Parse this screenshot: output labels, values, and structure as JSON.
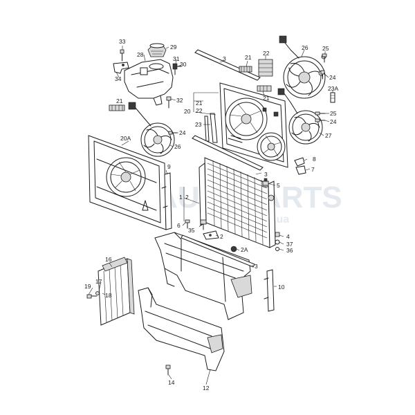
{
  "watermark": {
    "main": "AUTOPARTS",
    "sub": ".ua"
  },
  "labels": {
    "l33": "33",
    "l29": "29",
    "l28": "28",
    "l31": "31",
    "l30": "30",
    "l34": "34",
    "l32": "32",
    "l3a": "3",
    "l21a": "21",
    "l22a": "22",
    "l21b": "21",
    "l26a": "26",
    "l25a": "25",
    "l24a": "24",
    "l23A": "23A",
    "l25b": "25",
    "l24b": "24",
    "l27": "27",
    "l21c": "21",
    "l21d": "21",
    "l20": "20",
    "l22b": "22",
    "l23": "23",
    "l24c": "24",
    "l20A": "20A",
    "l26b": "26",
    "l3b": "3",
    "l5": "5",
    "l8": "8",
    "l7": "7",
    "l9": "9",
    "l2a": "2",
    "l1": "1",
    "l35": "35",
    "l6": "6",
    "l2b": "2",
    "l4": "4",
    "l37": "37",
    "l36": "36",
    "l2A": "2A",
    "l3c": "3",
    "l16": "16",
    "l17": "17",
    "l19": "19",
    "l18": "18",
    "l10": "10",
    "l14": "14",
    "l12": "12"
  }
}
